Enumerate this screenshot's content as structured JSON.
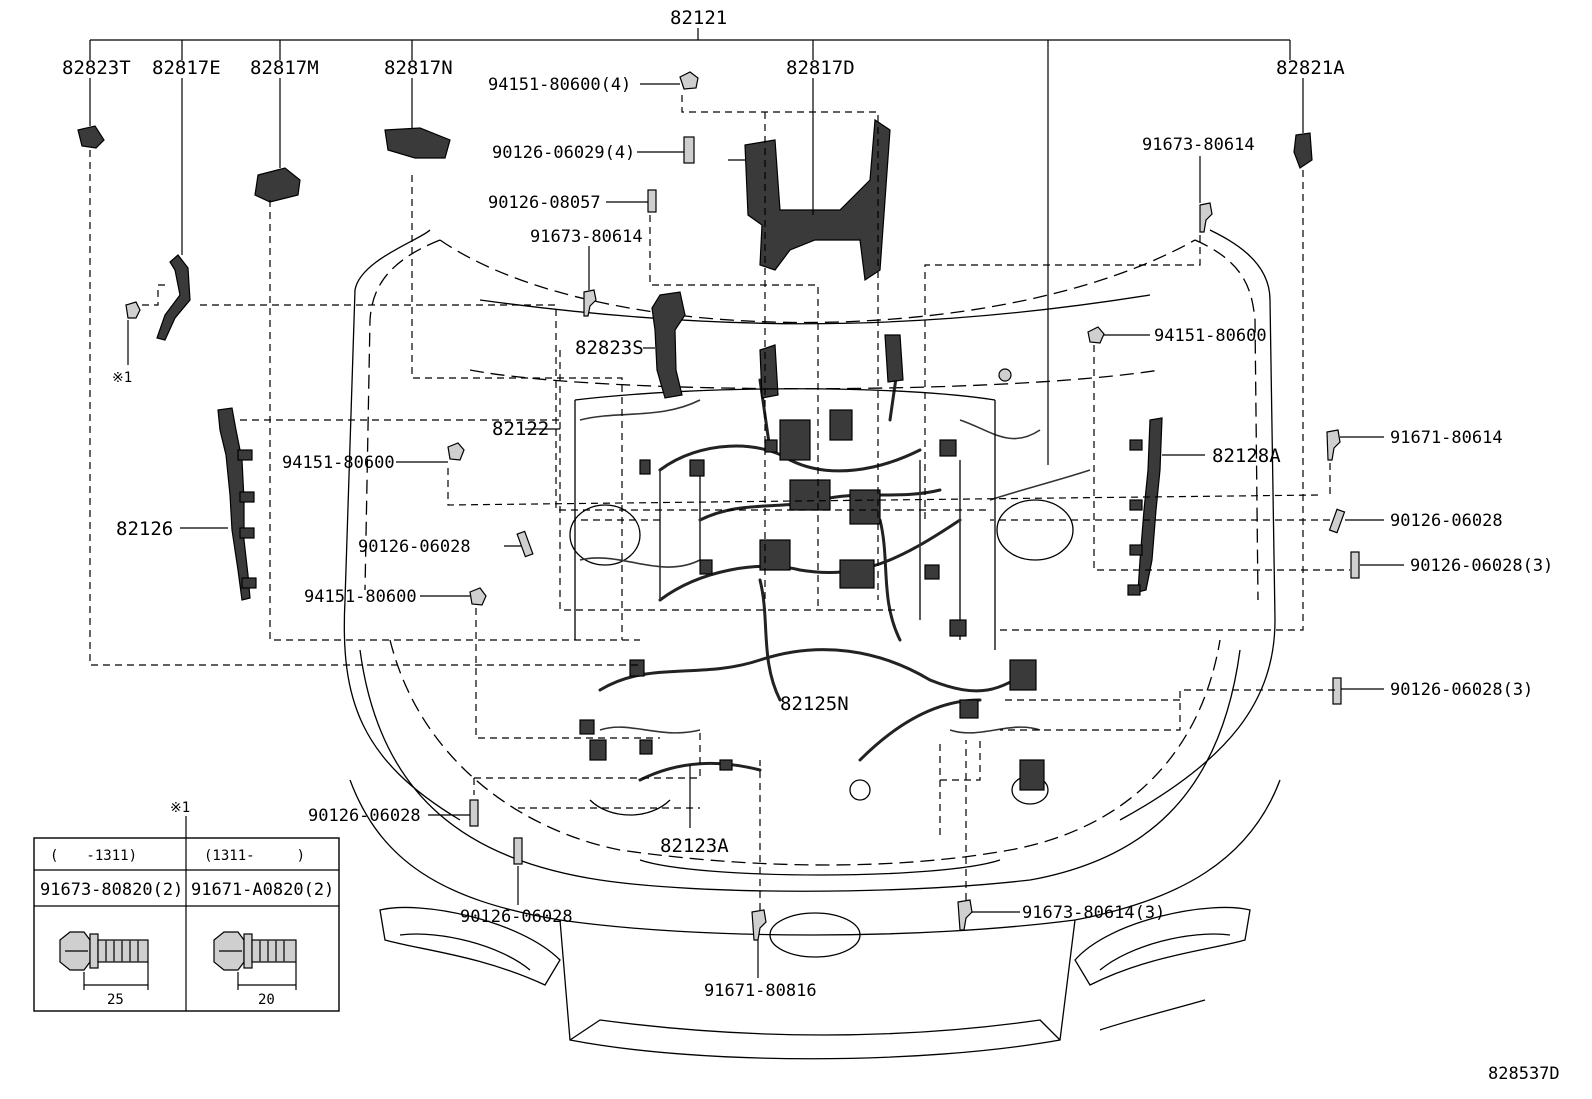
{
  "diagram": {
    "labels": {
      "top": "82121",
      "p82823T": "82823T",
      "p82817E": "82817E",
      "p82817M": "82817M",
      "p82817N": "82817N",
      "p82817D": "82817D",
      "p82821A": "82821A",
      "p82823S": "82823S",
      "p82122": "82122",
      "p82126": "82126",
      "p82128A": "82128A",
      "p82125N": "82125N",
      "p82123A": "82123A",
      "nut_94151_4": "94151-80600(4)",
      "bolt_90126_06029_4": "90126-06029(4)",
      "bolt_90126_08057": "90126-08057",
      "bolt_91673_80614_a": "91673-80614",
      "bolt_91673_80614_b": "91673-80614",
      "nut_94151_right": "94151-80600",
      "nut_94151_left": "94151-80600",
      "nut_94151_left2": "94151-80600",
      "bolt_91671_80614": "91671-80614",
      "bolt_90126_06028_right": "90126-06028",
      "bolt_90126_06028_3a": "90126-06028(3)",
      "bolt_90126_06028_3b": "90126-06028(3)",
      "bolt_90126_06028_left": "90126-06028",
      "bolt_90126_06028_lower1": "90126-06028",
      "bolt_90126_06028_lower2": "90126-06028",
      "bolt_91673_80614_3": "91673-80614(3)",
      "bolt_91671_80816": "91671-80816",
      "ref_mark": "※1",
      "diagram_id": "828537D"
    },
    "inset": {
      "ref_mark": "※1",
      "col1_range": "(　　-1311)",
      "col2_range": "(1311-　　　)",
      "col1_part": "91673-80820(2)",
      "col2_part": "91671-A0820(2)",
      "col1_length": "25",
      "col2_length": "20"
    }
  }
}
